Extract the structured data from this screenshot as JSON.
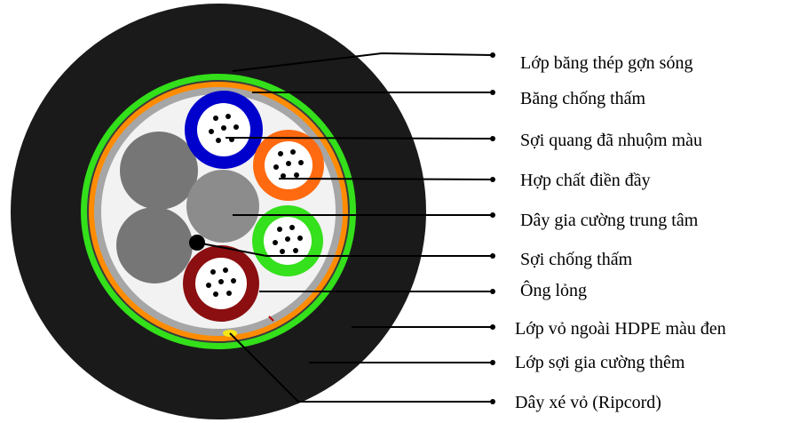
{
  "labels": {
    "corrugated_steel_tape": "Lớp băng thép gợn sóng",
    "water_blocking_tape": "Băng chống thấm",
    "colored_fiber": "Sợi quang đã nhuộm màu",
    "filling_compound": "Hợp chất điền đầy",
    "central_strength_member": "Dây gia cường trung tâm",
    "water_blocking_yarn": "Sợi chống thấm",
    "loose_tube": "Ông lỏng",
    "black_hdpe_jacket": "Lớp vỏ ngoài HDPE màu đen",
    "additional_strength_yarn": "Lớp sợi gia cường thêm",
    "ripcord": "Dây xé vỏ (Ripcord)"
  },
  "colors": {
    "jacket": "#1a1a1a",
    "steel_tape": "#33e01a",
    "water_tape": "#ff8c00",
    "inner_sheath": "#a6a6a6",
    "core": "#f2f2f2",
    "filler": "#767676",
    "central_member": "#8c8c8c",
    "tube_blue": "#0000cc",
    "tube_orange": "#ff6a10",
    "tube_green": "#35e01c",
    "tube_maroon": "#8b0e10",
    "ripcord": "#f5e615",
    "fiber": "#000000",
    "leader": "#000000"
  }
}
